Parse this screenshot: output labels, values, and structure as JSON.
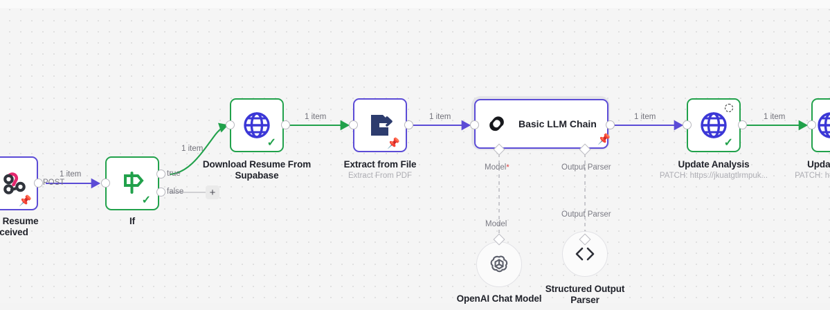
{
  "app": {
    "name": "n8n-workflow-canvas"
  },
  "nodes": [
    {
      "id": "webhook",
      "name": "webhook-node",
      "title_line1": "s - Resume",
      "title_line2": "ceived",
      "icon": "webhook-icon",
      "border_color": "#5b4bd6",
      "pinned": true,
      "output_port_label": "POST"
    },
    {
      "id": "if",
      "name": "if-node",
      "title": "If",
      "icon": "signpost-icon",
      "border_color": "#21a14b",
      "executed": true,
      "outputs": [
        "true",
        "false"
      ]
    },
    {
      "id": "download",
      "name": "download-resume-node",
      "title_line1": "Download Resume From",
      "title_line2": "Supabase",
      "icon": "globe-icon",
      "border_color": "#21a14b",
      "executed": true
    },
    {
      "id": "extract",
      "name": "extract-from-file-node",
      "title": "Extract from File",
      "subtitle": "Extract From PDF",
      "icon": "file-export-icon",
      "border_color": "#5b4bd6",
      "pinned": true
    },
    {
      "id": "llmchain",
      "name": "basic-llm-chain-node",
      "title": "Basic LLM Chain",
      "icon": "chain-link-icon",
      "border_color": "#5b4bd6",
      "pinned": true,
      "selected": true,
      "sub_ports": [
        {
          "label": "Model",
          "required": true
        },
        {
          "label": "Output Parser",
          "required": false
        }
      ]
    },
    {
      "id": "update1",
      "name": "update-analysis-node",
      "title": "Update Analysis",
      "subtitle": "PATCH: https://jkuatgtlrmpuk...",
      "icon": "globe-icon",
      "border_color": "#21a14b",
      "executed": true,
      "retry": true
    },
    {
      "id": "update2",
      "name": "update-node-partial",
      "title": "Updat",
      "subtitle": "PATCH: https:",
      "icon": "globe-icon",
      "border_color": "#21a14b"
    }
  ],
  "sub_nodes": [
    {
      "id": "openai",
      "name": "openai-chat-model-node",
      "title": "OpenAI Chat Model",
      "icon": "openai-icon",
      "connector_label": "Model"
    },
    {
      "id": "parser",
      "name": "structured-output-parser-node",
      "title_line1": "Structured Output",
      "title_line2": "Parser",
      "icon": "code-brackets-icon",
      "connector_label": "Output Parser"
    }
  ],
  "edges": [
    {
      "id": "e1",
      "label": "1 item",
      "color": "#5b4bd6"
    },
    {
      "id": "e2",
      "label": "1 item",
      "color": "#21a14b"
    },
    {
      "id": "e3",
      "label": "1 item",
      "color": "#21a14b"
    },
    {
      "id": "e4",
      "label": "1 item",
      "color": "#5b4bd6"
    },
    {
      "id": "e5",
      "label": "1 item",
      "color": "#5b4bd6"
    },
    {
      "id": "e6",
      "label": "1 item",
      "color": "#21a14b"
    }
  ],
  "buttons": {
    "add_node": "+"
  },
  "colors": {
    "purple": "#5b4bd6",
    "green": "#21a14b",
    "canvas": "#f5f5f5",
    "dot": "#dcdcdc",
    "muted": "#adadb3"
  }
}
